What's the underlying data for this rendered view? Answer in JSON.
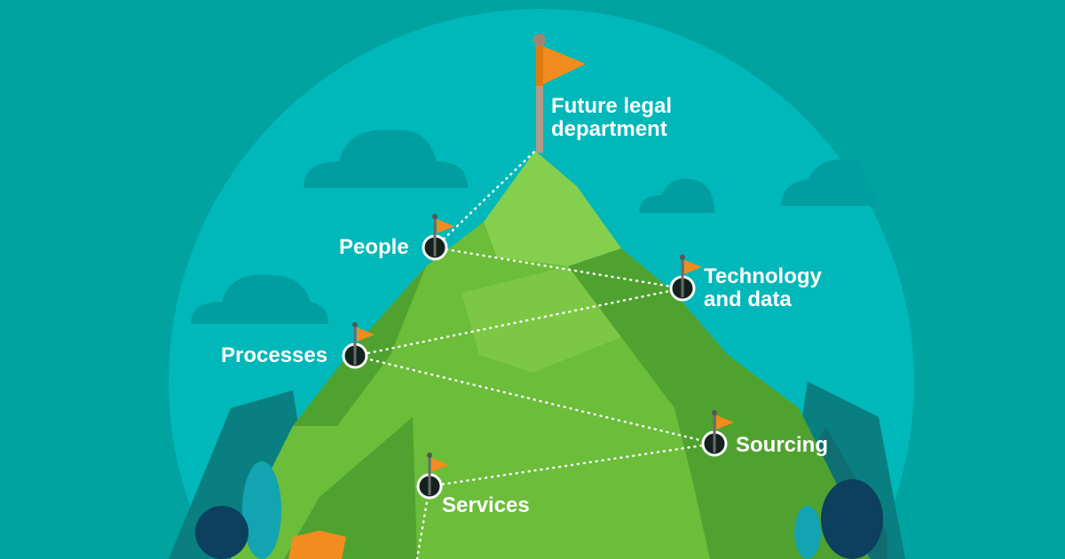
{
  "colors": {
    "background": "#00a3a0",
    "circle": "#00b8ba",
    "mountain_light": "#7cc845",
    "mountain_mid": "#6bbd3a",
    "mountain_dark": "#4fa22f",
    "flag": "#f28c1e"
  },
  "summit": {
    "label_line1": "Future legal",
    "label_line2": "department"
  },
  "milestones": [
    {
      "label": "People"
    },
    {
      "label_line1": "Technology",
      "label_line2": "and data"
    },
    {
      "label": "Processes"
    },
    {
      "label": "Sourcing"
    },
    {
      "label": "Services"
    }
  ]
}
